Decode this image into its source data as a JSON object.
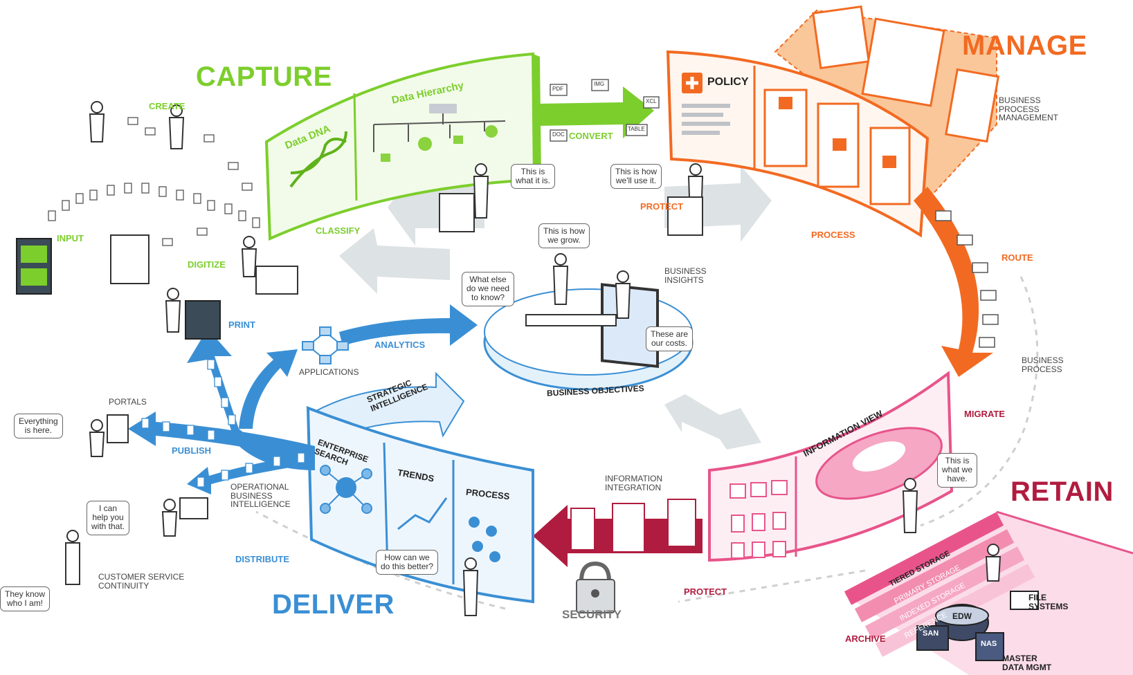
{
  "stages": {
    "capture": "CAPTURE",
    "manage": "MANAGE",
    "retain": "RETAIN",
    "deliver": "DELIVER"
  },
  "capture": {
    "create": "CREATE",
    "input": "INPUT",
    "digitize": "DIGITIZE",
    "classify": "CLASSIFY",
    "convert": "CONVERT",
    "data_dna": "Data DNA",
    "data_hierarchy": "Data Hierarchy",
    "file_tags": [
      "PDF",
      "IMG",
      "XCL",
      "DOC",
      "TABLE"
    ]
  },
  "manage": {
    "policy": "POLICY",
    "protect": "PROTECT",
    "process": "PROCESS",
    "route": "ROUTE",
    "bpm": "BUSINESS\nPROCESS\nMANAGEMENT",
    "business_process": "BUSINESS\nPROCESS"
  },
  "retain": {
    "migrate": "MIGRATE",
    "information_view": "INFORMATION VIEW",
    "protect": "PROTECT",
    "archive": "ARCHIVE",
    "tiered_storage": "TIERED STORAGE",
    "primary_storage": "PRIMARY STORAGE",
    "indexed_storage": "INDEXED STORAGE",
    "reference": "REFERENCE",
    "file_systems": "FILE\nSYSTEMS",
    "master_data_mgmt": "MASTER\nDATA MGMT",
    "edw": "EDW",
    "san": "SAN",
    "nas": "NAS"
  },
  "deliver": {
    "print": "PRINT",
    "portals": "PORTALS",
    "publish": "PUBLISH",
    "applications": "APPLICATIONS",
    "analytics": "ANALYTICS",
    "operational_bi": "OPERATIONAL\nBUSINESS\nINTELLIGENCE",
    "distribute": "DISTRIBUTE",
    "customer_service": "CUSTOMER SERVICE\nCONTINUITY",
    "strategic_intelligence": "STRATEGIC\nINTELLIGENCE",
    "enterprise_search": "ENTERPRISE\nSEARCH",
    "trends": "TRENDS",
    "process": "PROCESS"
  },
  "center": {
    "business_insights": "BUSINESS\nINSIGHTS",
    "business_objectives": "BUSINESS OBJECTIVES",
    "information_integration": "INFORMATION\nINTEGRATION",
    "security": "SECURITY"
  },
  "bubbles": {
    "what_it_is": "This is\nwhat it is.",
    "how_we_use": "This is how\nwe'll use it.",
    "how_we_grow": "This is how\nwe grow.",
    "what_else": "What else\ndo we need\nto know?",
    "costs": "These are\nour costs.",
    "what_we_have": "This is\nwhat we\nhave.",
    "do_better": "How can we\ndo this better?",
    "everything_here": "Everything\nis here.",
    "can_help": "I can\nhelp you\nwith that.",
    "know_who": "They know\nwho I am!"
  },
  "colors": {
    "capture": "#7cce2c",
    "manage": "#f26a22",
    "retain": "#b01c3f",
    "deliver": "#3a8fd4",
    "pink": "#e8548a",
    "grey_arrow": "#d8dde0"
  }
}
